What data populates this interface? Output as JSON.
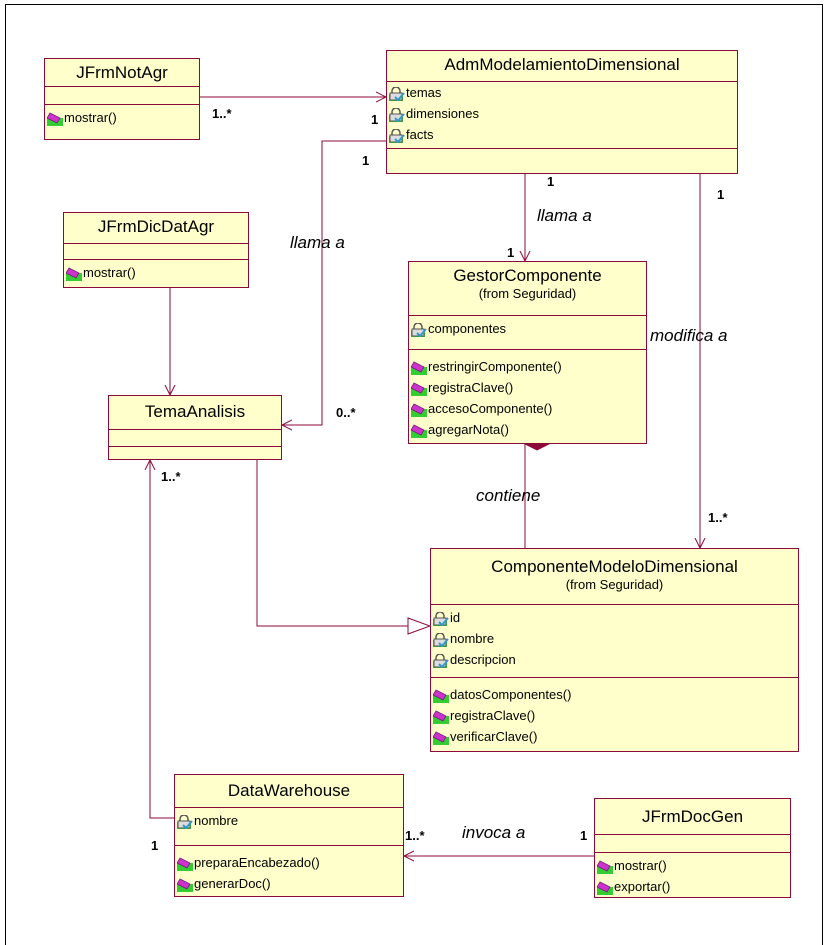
{
  "classes": {
    "jfrmnotagr": {
      "name": "JFrmNotAgr",
      "attributes": [],
      "operations": [
        "mostrar()"
      ]
    },
    "adm": {
      "name": "AdmModelamientoDimensional",
      "attributes": [
        "temas",
        "dimensiones",
        "facts"
      ],
      "operations": []
    },
    "jfrmdicdatagr": {
      "name": "JFrmDicDatAgr",
      "attributes": [],
      "operations": [
        "mostrar()"
      ]
    },
    "gestor": {
      "name": "GestorComponente",
      "package": "(from Seguridad)",
      "attributes": [
        "componentes"
      ],
      "operations": [
        "restringirComponente()",
        "registraClave()",
        "accesoComponente()",
        "agregarNota()"
      ]
    },
    "tema": {
      "name": "TemaAnalisis",
      "attributes": [],
      "operations": []
    },
    "componente": {
      "name": "ComponenteModeloDimensional",
      "package": "(from Seguridad)",
      "attributes": [
        "id",
        "nombre",
        "descripcion"
      ],
      "operations": [
        "datosComponentes()",
        "registraClave()",
        "verificarClave()"
      ]
    },
    "dw": {
      "name": "DataWarehouse",
      "attributes": [
        "nombre"
      ],
      "operations": [
        "preparaEncabezado()",
        "generarDoc()"
      ]
    },
    "jfrmdocgen": {
      "name": "JFrmDocGen",
      "attributes": [],
      "operations": [
        "mostrar()",
        "exportar()"
      ]
    }
  },
  "labels": {
    "llama_a_1": "llama a",
    "llama_a_2": "llama a",
    "modifica_a": "modifica a",
    "contiene": "contiene",
    "invoca_a": "invoca a"
  },
  "multiplicities": {
    "notagr_src": "1..*",
    "adm_left": "1",
    "adm_bottom_left": "1",
    "adm_gestor": "1",
    "gestor_top": "1",
    "adm_right": "1",
    "tema_in": "0..*",
    "tema_up": "1..*",
    "comp_right": "1..*",
    "dw_left": "1",
    "dw_right": "1..*",
    "docgen_left": "1"
  },
  "colors": {
    "box_fill": "#ffffcc",
    "border": "#8b0a3a",
    "attr_icon": "#3399cc",
    "op_icon": "#cc33cc",
    "icon_bg": "#33cc33"
  }
}
